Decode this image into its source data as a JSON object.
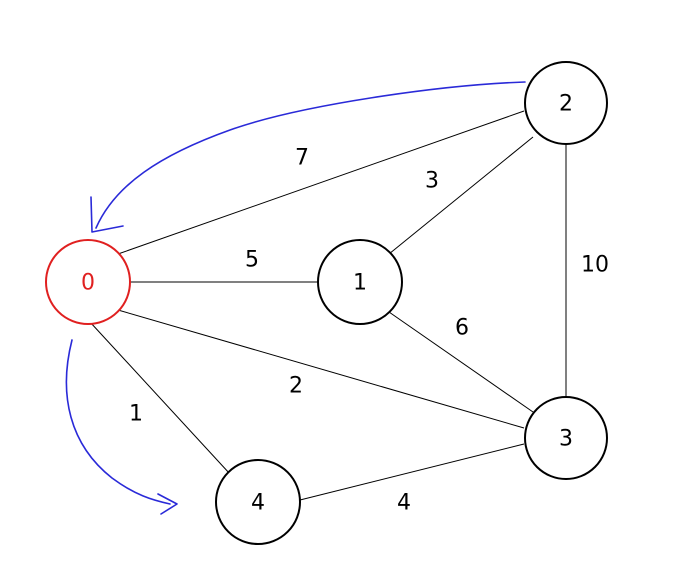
{
  "graph": {
    "highlight_color": "#e02020",
    "arrow_color": "#2a2ad8",
    "nodes": [
      {
        "id": "0",
        "label": "0",
        "highlighted": true
      },
      {
        "id": "1",
        "label": "1",
        "highlighted": false
      },
      {
        "id": "2",
        "label": "2",
        "highlighted": false
      },
      {
        "id": "3",
        "label": "3",
        "highlighted": false
      },
      {
        "id": "4",
        "label": "4",
        "highlighted": false
      }
    ],
    "edges": [
      {
        "from": "0",
        "to": "2",
        "weight": "7"
      },
      {
        "from": "0",
        "to": "1",
        "weight": "5"
      },
      {
        "from": "1",
        "to": "2",
        "weight": "3"
      },
      {
        "from": "2",
        "to": "3",
        "weight": "10"
      },
      {
        "from": "1",
        "to": "3",
        "weight": "6"
      },
      {
        "from": "0",
        "to": "3",
        "weight": "2"
      },
      {
        "from": "0",
        "to": "4",
        "weight": "1"
      },
      {
        "from": "4",
        "to": "3",
        "weight": "4"
      }
    ],
    "arrows": [
      {
        "from": "2",
        "to": "0"
      },
      {
        "from": "0",
        "to": "4"
      }
    ]
  }
}
